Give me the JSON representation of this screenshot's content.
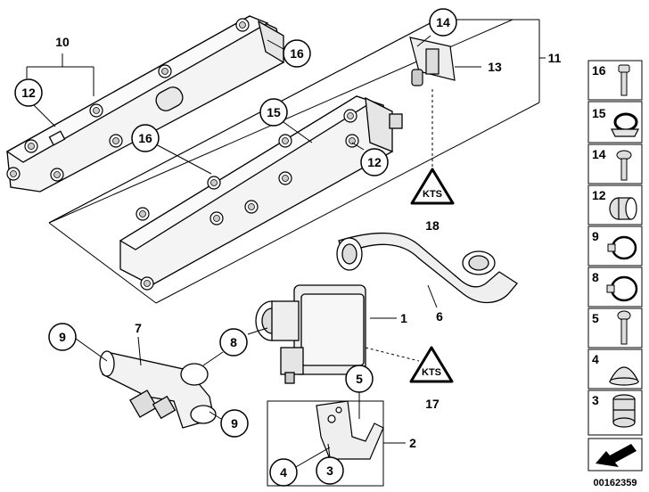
{
  "diagram": {
    "circled_callouts": [
      {
        "id": "c12a",
        "label": "12"
      },
      {
        "id": "c16a",
        "label": "16"
      },
      {
        "id": "c14",
        "label": "14"
      },
      {
        "id": "c15",
        "label": "15"
      },
      {
        "id": "c16b",
        "label": "16"
      },
      {
        "id": "c12b",
        "label": "12"
      },
      {
        "id": "c9a",
        "label": "9"
      },
      {
        "id": "c8",
        "label": "8"
      },
      {
        "id": "c9b",
        "label": "9"
      },
      {
        "id": "c5",
        "label": "5"
      },
      {
        "id": "c4",
        "label": "4"
      },
      {
        "id": "c3",
        "label": "3"
      }
    ],
    "plain_labels": [
      {
        "id": "p10",
        "label": "10"
      },
      {
        "id": "p11",
        "label": "11"
      },
      {
        "id": "p13",
        "label": "13"
      },
      {
        "id": "p18",
        "label": "18"
      },
      {
        "id": "p1",
        "label": "1"
      },
      {
        "id": "p6",
        "label": "6"
      },
      {
        "id": "p7",
        "label": "7"
      },
      {
        "id": "p17",
        "label": "17"
      },
      {
        "id": "p2",
        "label": "2"
      }
    ],
    "warning_symbols": [
      {
        "id": "w18",
        "text": "KTS"
      },
      {
        "id": "w17",
        "text": "KTS"
      }
    ]
  },
  "legend": {
    "items": [
      {
        "label": "16",
        "icon": "bolt-icon"
      },
      {
        "label": "15",
        "icon": "clamp-icon"
      },
      {
        "label": "14",
        "icon": "screw-icon"
      },
      {
        "label": "12",
        "icon": "grommet-icon"
      },
      {
        "label": "9",
        "icon": "hose-clamp-icon"
      },
      {
        "label": "8",
        "icon": "hose-clamp-icon"
      },
      {
        "label": "5",
        "icon": "bolt-icon"
      },
      {
        "label": "4",
        "icon": "rubber-mount-icon"
      },
      {
        "label": "3",
        "icon": "rubber-mount-icon"
      }
    ]
  },
  "footer": {
    "diagram_number": "00162359"
  }
}
